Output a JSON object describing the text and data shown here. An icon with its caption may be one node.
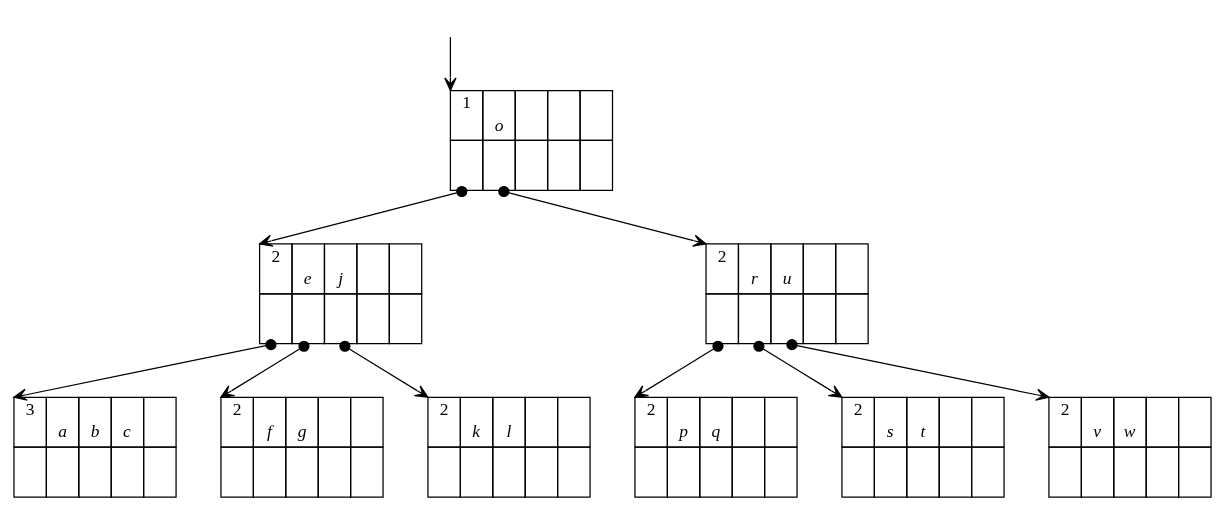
{
  "diagram": {
    "nodes": [
      {
        "text": [
          "1",
          "o"
        ]
      },
      {
        "text": [
          "2",
          "e",
          "j"
        ]
      },
      {
        "text": [
          "2",
          "r",
          "u"
        ]
      },
      {
        "text": [
          "3",
          "a",
          "b",
          "c"
        ]
      },
      {
        "text": [
          "2",
          "f",
          "g"
        ]
      },
      {
        "text": [
          "2",
          "k",
          "l"
        ]
      },
      {
        "text": [
          "2",
          "p",
          "q"
        ]
      },
      {
        "text": [
          "2",
          "s",
          "t"
        ]
      },
      {
        "text": [
          "2",
          "v",
          "w"
        ]
      }
    ],
    "edges": [
      {
        "from": null,
        "to": 0,
        "arrow": "to"
      },
      {
        "from": 0,
        "to": 1,
        "arrow": "to"
      },
      {
        "from": 0,
        "to": 2,
        "arrow": "to"
      },
      {
        "from": 1,
        "to": 3,
        "arrow": "to"
      },
      {
        "from": 1,
        "to": 4,
        "arrow": "to"
      },
      {
        "from": 1,
        "to": 5,
        "arrow": "to"
      },
      {
        "from": 2,
        "to": 6,
        "arrow": "to"
      },
      {
        "from": 2,
        "to": 7,
        "arrow": "to"
      },
      {
        "from": 2,
        "to": 8,
        "arrow": "to"
      }
    ]
  }
}
